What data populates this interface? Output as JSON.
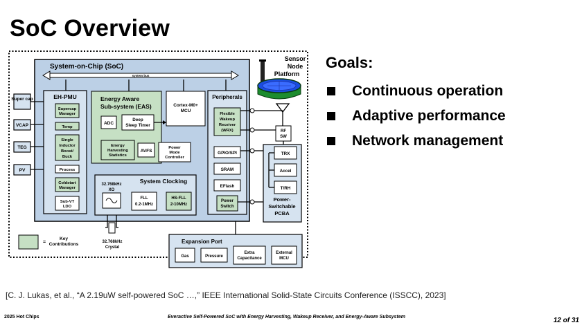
{
  "slide": {
    "title": "SoC Overview",
    "goals_heading": "Goals:",
    "goals": [
      "Continuous operation",
      "Adaptive performance",
      "Network management"
    ],
    "citation": "[C. J. Lukas, et al., “A 2.19uW self-powered SoC …,” IEEE International Solid-State Circuits Conference (ISSCC), 2023]",
    "footer_left": "2025 Hot Chips",
    "footer_center": "Everactive Self-Powered SoC with Energy Harvesting, Wakeup Receiver, and Energy-Aware Subsystem",
    "page": "12 of 31"
  },
  "diagram": {
    "soc_title": "System-on-Chip (SoC)",
    "system_bus": "system bus",
    "inputs": [
      "Super cap",
      "VCAP",
      "TEG",
      "PV"
    ],
    "eh_pmu": {
      "title": "EH-PMU",
      "blocks": [
        "Supercap Manager",
        "Temp",
        "Single Inductor Boost/ Buck",
        "Process",
        "Coldstart Manager",
        "Sub-VT LDO"
      ]
    },
    "eas": {
      "title": "Energy Aware Sub-system (EAS)",
      "blocks": [
        "ADC",
        "Deep Sleep Timer",
        "Energy Harvesting Statistics",
        "AVFS",
        "Power Mode Controller"
      ]
    },
    "mcu": "Cortex-M0+ MCU",
    "clocking": {
      "title": "System Clocking",
      "xo": "32.768kHz XO",
      "fll": "FLL 0.2-1MHz",
      "hs_fll": "HS-FLL 2-10MHz",
      "crystal": "32.768kHz Crystal"
    },
    "peripherals": {
      "title": "Peripherals",
      "blocks": [
        "Flexible Wakeup Receiver (WRX)",
        "GPIO/SPI",
        "SRAM",
        "EFlash",
        "Power Switch"
      ]
    },
    "sensor_node": "Sensor Node Platform",
    "rf_sw": "RF SW",
    "pcba": {
      "title": "Power-Switchable PCBA",
      "blocks": [
        "TRX",
        "Accel",
        "T/RH"
      ]
    },
    "expansion": {
      "title": "Expansion Port",
      "blocks": [
        "Gas",
        "Pressure",
        "Extra Capacitance",
        "External MCU"
      ]
    },
    "key_label": "= Key Contributions"
  }
}
